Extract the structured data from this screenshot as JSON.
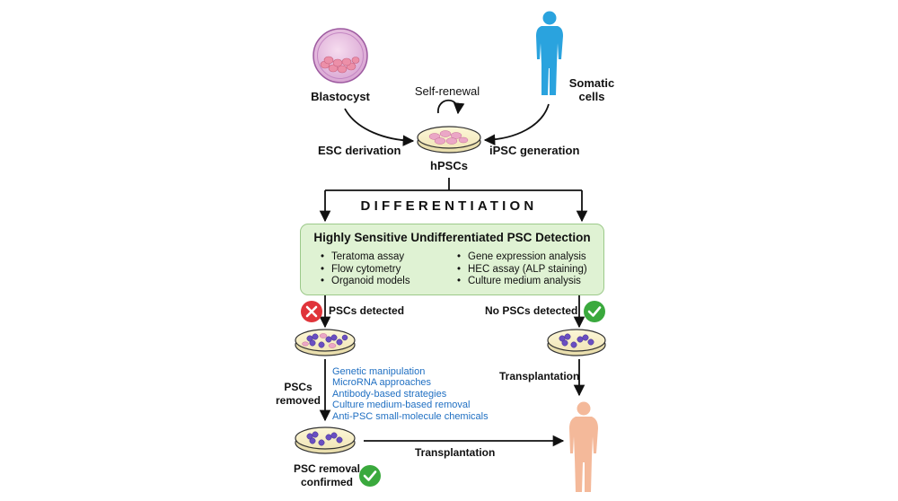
{
  "nodes": {
    "blastocyst": "Blastocyst",
    "somatic_cells": "Somatic cells",
    "self_renewal": "Self-renewal",
    "hpscs": "hPSCs",
    "esc_derivation": "ESC derivation",
    "ipsc_generation": "iPSC generation"
  },
  "differentiation": "DIFFERENTIATION",
  "detection": {
    "title": "Highly Sensitive Undifferentiated PSC Detection",
    "left_methods": [
      "Teratoma assay",
      "Flow cytometry",
      "Organoid models"
    ],
    "right_methods": [
      "Gene expression analysis",
      "HEC assay (ALP staining)",
      "Culture medium analysis"
    ]
  },
  "left_branch": {
    "status": "PSCs detected",
    "removed_label": "PSCs removed",
    "removal_methods": [
      "Genetic manipulation",
      "MicroRNA approaches",
      "Antibody-based strategies",
      "Culture medium-based removal",
      "Anti-PSC small-molecule chemicals"
    ],
    "confirmed_label": "PSC removal confirmed",
    "transplant_label": "Transplantation"
  },
  "right_branch": {
    "status": "No PSCs detected",
    "transplant_label": "Transplantation"
  },
  "colors": {
    "person": "#2aa3de",
    "recipient": "#f4b99a",
    "detect_box_fill": "#dff2d3",
    "blue_text": "#1f6fc2",
    "cross_red": "#e0343a",
    "check_green": "#3aa93d",
    "pink_cells": "#e8a0c0",
    "purple_cells": "#6a4fc2"
  }
}
